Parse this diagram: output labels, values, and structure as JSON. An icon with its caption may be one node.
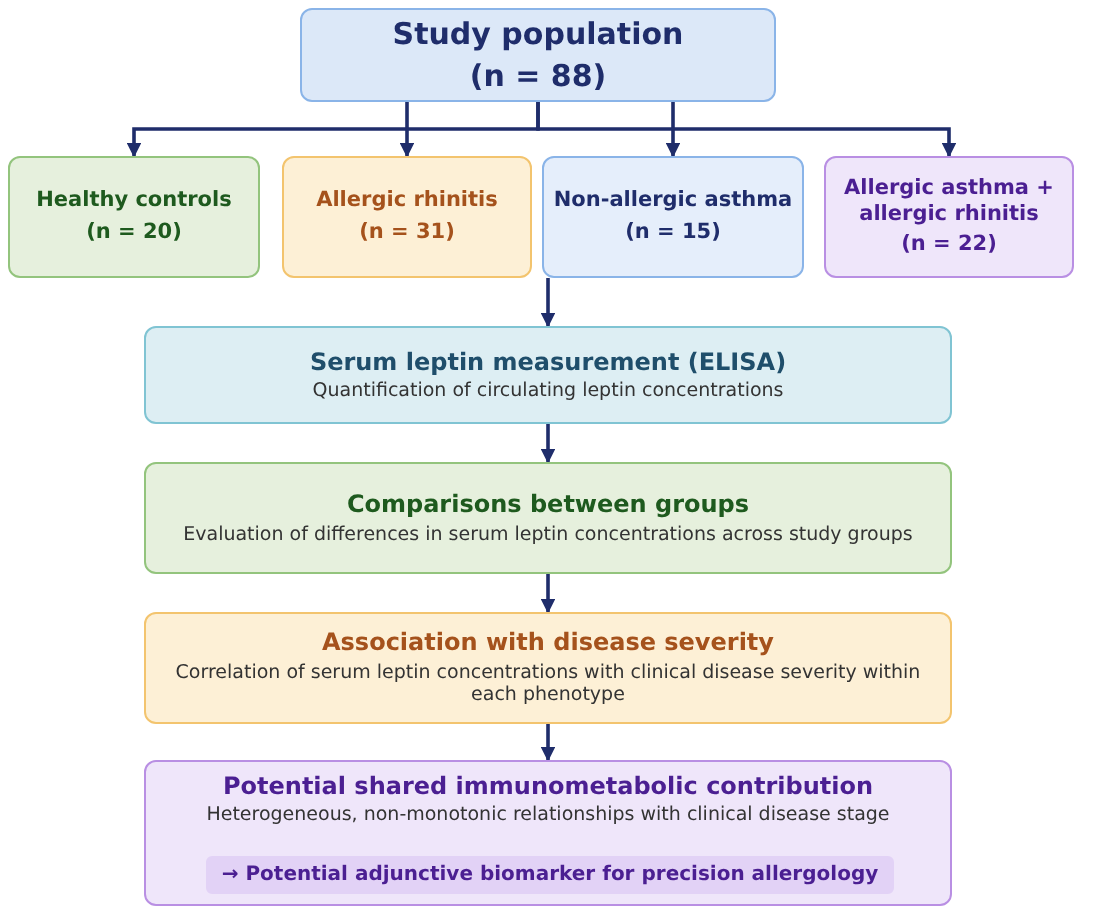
{
  "diagram": {
    "nodes": [
      {
        "text": [
          "Study population",
          "(n = 88)"
        ]
      },
      {
        "text": [
          "Healthy controls",
          "(n = 20)"
        ]
      },
      {
        "text": [
          "Allergic rhinitis",
          "(n = 31)"
        ]
      },
      {
        "text": [
          "Non-allergic asthma",
          "(n = 15)"
        ]
      },
      {
        "text": [
          "Allergic asthma + allergic rhinitis",
          "(n = 22)"
        ]
      },
      {
        "text": [
          "Serum leptin measurement (ELISA)",
          "Quantification of circulating leptin concentrations"
        ]
      },
      {
        "text": [
          "Comparisons between groups",
          "Evaluation of differences in serum leptin concentrations across study groups"
        ]
      },
      {
        "text": [
          "Association with disease severity",
          "Correlation of serum leptin concentrations with clinical disease severity within each phenotype"
        ]
      },
      {
        "text": [
          "Potential shared immunometabolic contribution",
          "Heterogeneous, non-monotonic relationships with clinical disease stage"
        ]
      },
      {
        "text": [
          "→ Potential adjunctive biomarker for precision allergology"
        ],
        "in": 8
      }
    ],
    "edges": [
      {
        "from": 0,
        "to": 1,
        "arrow": "to"
      },
      {
        "from": 0,
        "to": 2,
        "arrow": "to"
      },
      {
        "from": 0,
        "to": 3,
        "arrow": "to"
      },
      {
        "from": 0,
        "to": 4,
        "arrow": "to"
      },
      {
        "from": 3,
        "to": 5,
        "arrow": "to"
      },
      {
        "from": 5,
        "to": 6,
        "arrow": "to"
      },
      {
        "from": 6,
        "to": 7,
        "arrow": "to"
      },
      {
        "from": 7,
        "to": 8,
        "arrow": "to"
      }
    ]
  }
}
